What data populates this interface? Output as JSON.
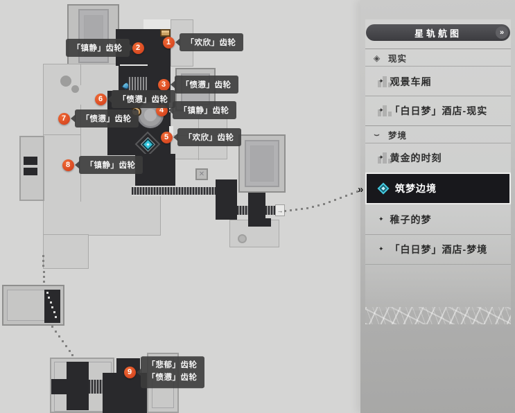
{
  "sidebar": {
    "title": "星轨航图",
    "expand_icon": "»",
    "selected_pointer": "»",
    "bullet": "✦",
    "sections": [
      {
        "label": "现实",
        "icon": "compass-eye-icon",
        "glyph": "◈"
      },
      {
        "label": "梦境",
        "icon": "wave-icon",
        "glyph": "⌣"
      }
    ],
    "items": [
      {
        "label": "观景车厢",
        "section": "现实",
        "selected": false
      },
      {
        "label": "「白日梦」酒店-现实",
        "section": "现实",
        "selected": false
      },
      {
        "label": "黄金的时刻",
        "section": "梦境",
        "selected": false
      },
      {
        "label": "筑梦边境",
        "section": "梦境",
        "selected": true
      },
      {
        "label": "稚子的梦",
        "section": "梦境",
        "selected": false
      },
      {
        "label": "「白日梦」酒店-梦境",
        "section": "梦境",
        "selected": false
      }
    ]
  },
  "map": {
    "markers": [
      {
        "num": "1",
        "label": "「欢欣」齿轮"
      },
      {
        "num": "2",
        "label": "「镇静」齿轮"
      },
      {
        "num": "3",
        "label": "「愤懑」齿轮"
      },
      {
        "num": "4",
        "label": "「镇静」齿轮"
      },
      {
        "num": "5",
        "label": "「欢欣」齿轮"
      },
      {
        "num": "6",
        "label": "「愤懑」齿轮"
      },
      {
        "num": "7",
        "label": "「愤懑」齿轮"
      },
      {
        "num": "8",
        "label": "「镇静」齿轮"
      },
      {
        "num": "9",
        "label": "「悲郁」齿轮",
        "label2": "「愤懑」齿轮"
      }
    ],
    "exit_arrow": "→",
    "crate_mark": "✕",
    "icons": [
      "treasure-chest-icon",
      "enemy-sprite-icon",
      "player-character-icon",
      "dream-anchor-icon",
      "exit-arrow-icon"
    ]
  },
  "colors": {
    "marker_red": "#d8421f",
    "selected_bg": "#18181c",
    "dream_cyan": "#3fc6dc",
    "dark_room": "#29292c",
    "map_bg": "#d5d5d4"
  }
}
